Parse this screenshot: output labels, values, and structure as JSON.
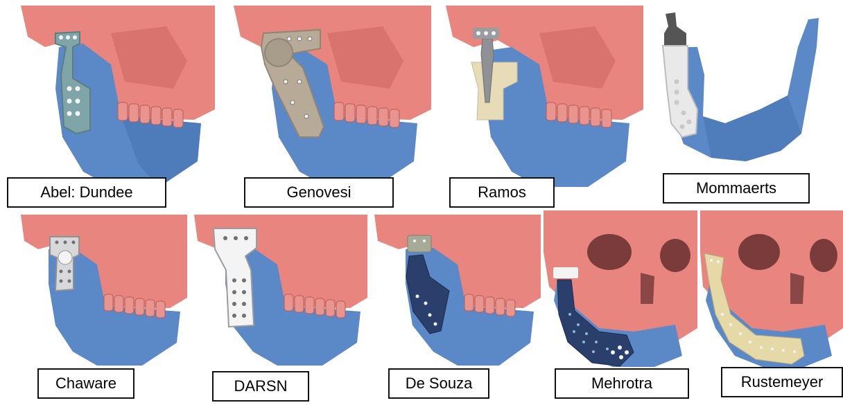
{
  "figure": {
    "colors": {
      "skull": "#e8857f",
      "skull_shade": "#c9625d",
      "mandible": "#5b89c8",
      "mandible_shade": "#3f6aa6",
      "tooth": "#e9948e",
      "implant_teal": "#7fa5a8",
      "implant_beige": "#b7ab97",
      "implant_cream": "#e8dcb8",
      "implant_gray": "#8f9194",
      "implant_white": "#e9e9ea",
      "implant_navy": "#2a3f6b",
      "implant_gold": "#e6d9a8",
      "screw": "#f4f4f4"
    },
    "panels": [
      {
        "label": "Abel: Dundee",
        "implant": "teal-plate",
        "view": "lateral"
      },
      {
        "label": "Genovesi",
        "implant": "beige-plate",
        "view": "lateral"
      },
      {
        "label": "Ramos",
        "implant": "cream-plate-with-gray-condyle",
        "view": "lateral"
      },
      {
        "label": "Mommaerts",
        "implant": "white-plate",
        "view": "mandible-only"
      },
      {
        "label": "Chaware",
        "implant": "silver-plate",
        "view": "lateral"
      },
      {
        "label": "DARSN",
        "implant": "white-plate",
        "view": "lateral"
      },
      {
        "label": "De Souza",
        "implant": "navy-plate",
        "view": "lateral"
      },
      {
        "label": "Mehrotra",
        "implant": "navy-mesh-plate",
        "view": "frontal-oblique"
      },
      {
        "label": "Rustemeyer",
        "implant": "gold-plate",
        "view": "frontal-oblique"
      }
    ]
  }
}
